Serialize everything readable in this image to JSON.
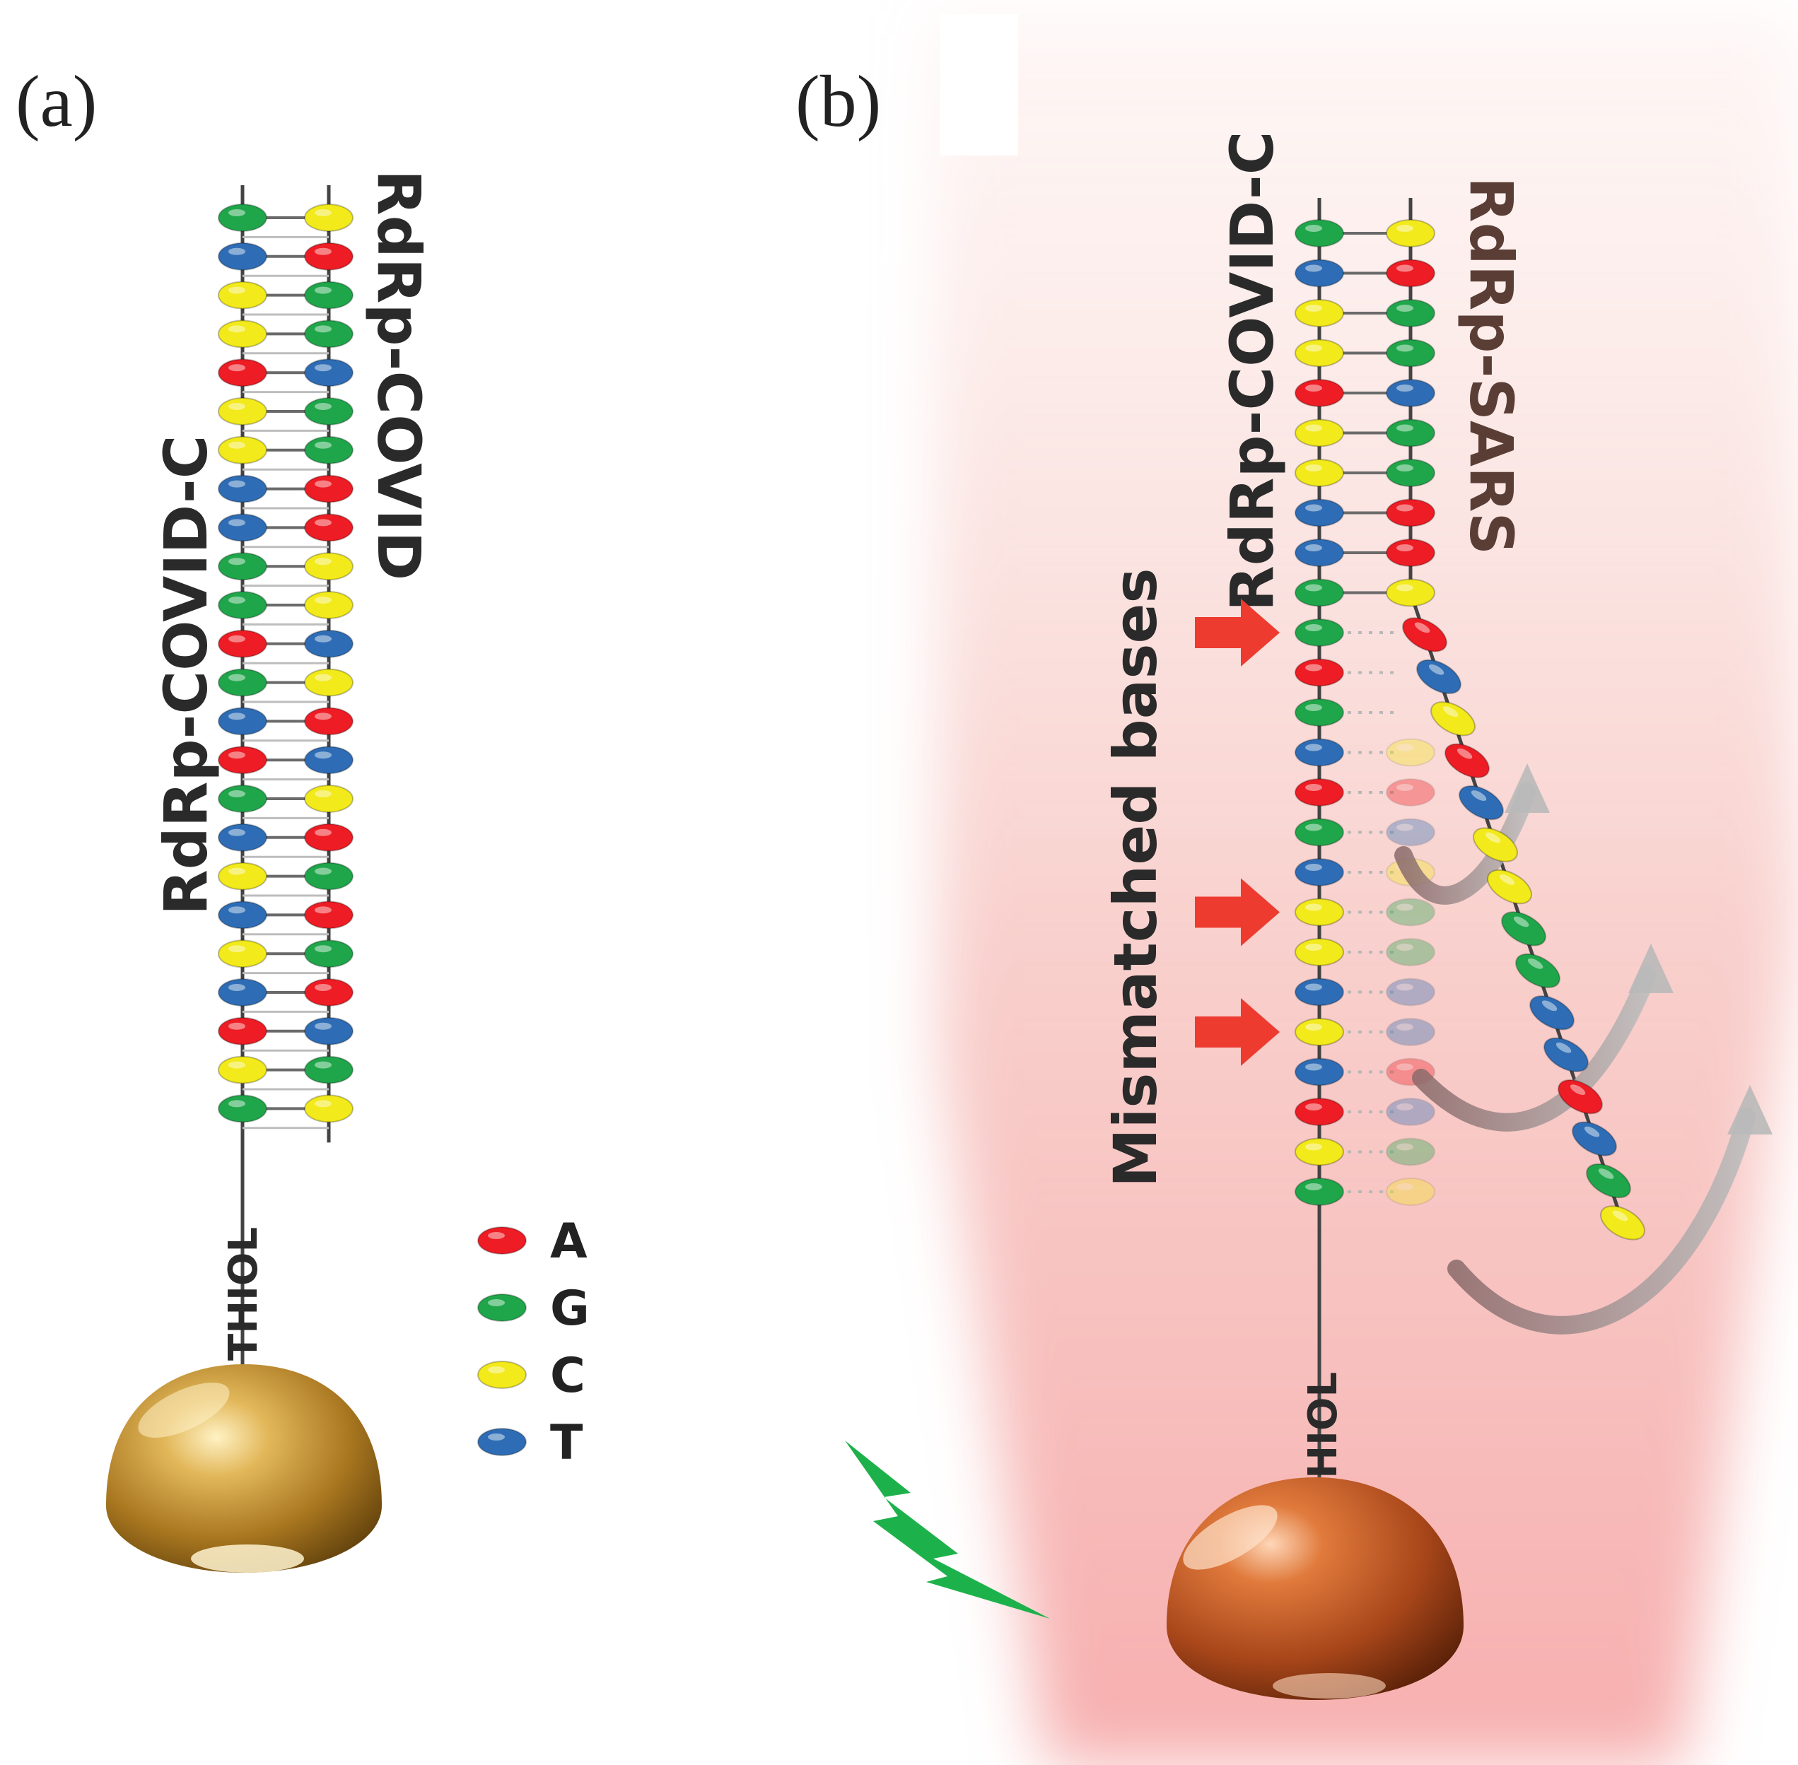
{
  "panels": {
    "a": {
      "label": "(a)",
      "strand_left": "RdRp-COVID-C",
      "strand_right": "RdRp-COVID",
      "thiol": "THIOL",
      "left_bases": [
        "G",
        "T",
        "C",
        "C",
        "A",
        "C",
        "C",
        "T",
        "T",
        "G",
        "G",
        "A",
        "G",
        "T",
        "A",
        "G",
        "T",
        "C",
        "T",
        "C",
        "T",
        "A",
        "C",
        "G"
      ],
      "right_bases": [
        "C",
        "A",
        "G",
        "G",
        "T",
        "G",
        "G",
        "A",
        "A",
        "C",
        "C",
        "T",
        "C",
        "A",
        "T",
        "C",
        "A",
        "G",
        "A",
        "G",
        "A",
        "T",
        "G",
        "C"
      ]
    },
    "b": {
      "label": "(b)",
      "strand_left": "RdRp-COVID-C",
      "strand_right": "RdRp-SARS",
      "thiol": "THIOL",
      "mismatch_label": "Mismatched bases",
      "left_bases": [
        "G",
        "T",
        "C",
        "C",
        "A",
        "C",
        "C",
        "T",
        "T",
        "G",
        "G",
        "A",
        "G",
        "T",
        "A",
        "G",
        "T",
        "C",
        "C",
        "T",
        "C",
        "T",
        "A",
        "C",
        "G"
      ],
      "right_paired": [
        "C",
        "A",
        "G",
        "G",
        "T",
        "G",
        "G",
        "A",
        "A",
        "C"
      ],
      "right_detached": [
        "A",
        "T",
        "C",
        "A",
        "T",
        "C",
        "C",
        "G",
        "G",
        "T",
        "T",
        "A",
        "T",
        "G",
        "C"
      ],
      "right_ghosts": [
        "C",
        "A",
        "T",
        "C",
        "G",
        "G",
        "T",
        "T",
        "A",
        "T",
        "G",
        "C"
      ]
    }
  },
  "legend": [
    {
      "base": "A",
      "color": "#ee1c24"
    },
    {
      "base": "G",
      "color": "#1fa64a"
    },
    {
      "base": "C",
      "color": "#f2ea1a"
    },
    {
      "base": "T",
      "color": "#2e6db5"
    }
  ],
  "colors": {
    "gold_particle": "#b8892e",
    "copper_particle": "#c0551f",
    "glow": "#f08a8a",
    "arrow": "#ee3b2f",
    "lightning": "#1db14b"
  }
}
